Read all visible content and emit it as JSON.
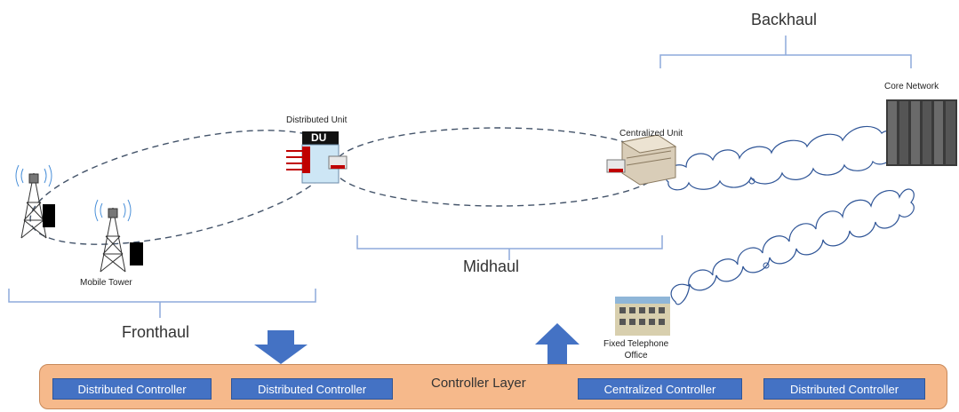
{
  "labels": {
    "backhaul": "Backhaul",
    "core_network": "Core Network",
    "distributed_unit": "Distributed Unit",
    "du": "DU",
    "centralized_unit": "Centralized Unit",
    "midhaul": "Midhaul",
    "mobile_tower": "Mobile Tower",
    "fronthaul": "Fronthaul",
    "fixed_office_line1": "Fixed Telephone",
    "fixed_office_line2": "Office"
  },
  "controller_layer": {
    "title": "Controller Layer",
    "controllers": [
      "Distributed Controller",
      "Distributed Controller",
      "Centralized Controller",
      "Distributed Controller"
    ]
  },
  "colors": {
    "bracket": "#8eaadb",
    "arrow": "#4472c4",
    "controller_fill": "#4472c4",
    "layer_fill": "#f6b98b",
    "link_dash": "#44546a",
    "cloud_stroke": "#2f5597"
  }
}
